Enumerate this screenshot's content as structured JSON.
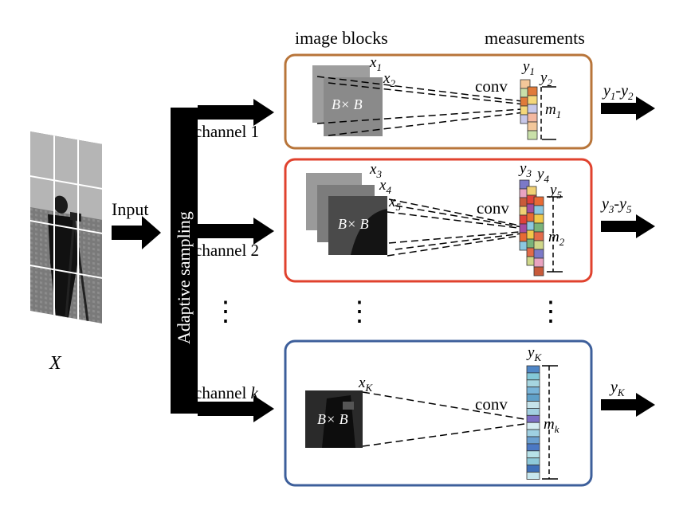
{
  "headers": {
    "image_blocks": "image blocks",
    "measurements": "measurements"
  },
  "input": {
    "label": "Input",
    "image_symbol": "X",
    "sampling_label": "Adaptive sampling"
  },
  "channels": [
    {
      "label": "channel 1",
      "x_labels": [
        "x",
        "x"
      ],
      "x_subs": [
        "1",
        "2"
      ],
      "block_label": "B× B",
      "conv": "conv",
      "y_labels": [
        "y",
        "y"
      ],
      "y_subs": [
        "1",
        "2"
      ],
      "m": "m",
      "m_sub": "1",
      "output": {
        "a": "y",
        "a_sub": "1",
        "dash": "-",
        "b": "y",
        "b_sub": "2"
      },
      "border": "#b8753a"
    },
    {
      "label": "channel 2",
      "x_labels": [
        "x",
        "x",
        "x"
      ],
      "x_subs": [
        "3",
        "4",
        "5"
      ],
      "block_label": "B× B",
      "conv": "conv",
      "y_labels": [
        "y",
        "y",
        "y"
      ],
      "y_subs": [
        "3",
        "4",
        "5"
      ],
      "m": "m",
      "m_sub": "2",
      "output": {
        "a": "y",
        "a_sub": "3",
        "dash": "-",
        "b": "y",
        "b_sub": "5"
      },
      "border": "#e0422e"
    },
    {
      "label": "channel ",
      "label_k": "k",
      "x_labels": [
        "x"
      ],
      "x_subs": [
        "K"
      ],
      "block_label": "B× B",
      "conv": "conv",
      "y_labels": [
        "y"
      ],
      "y_subs": [
        "K"
      ],
      "m": "m",
      "m_sub": "k",
      "output": {
        "a": "y",
        "a_sub": "K"
      },
      "border": "#3d5f9b"
    }
  ],
  "ellipsis": "⋮",
  "palette": {
    "ch1": [
      "#f3c79a",
      "#c9e0a9",
      "#e07a3a",
      "#f5d77a",
      "#c7c7e8",
      "#f4b8a0"
    ],
    "ch2": [
      "#7b79c7",
      "#e9a3c0",
      "#c85a3a",
      "#f0d074",
      "#e0423a",
      "#a44da0",
      "#e86a34",
      "#8cc8e0",
      "#f1c84a",
      "#7ab37a",
      "#e36b4a",
      "#cfd78a"
    ],
    "chk": [
      "#4f86c6",
      "#84c8d8",
      "#a6d6e0",
      "#78b4d8",
      "#5fa0c8",
      "#c5e3ea",
      "#a2cfe0",
      "#7b6ec4",
      "#d5ecf2",
      "#9fd0e2",
      "#6a9fd0",
      "#4b78c4",
      "#b7e2e8",
      "#8ec9d9",
      "#3e6fb8",
      "#c8e7ee"
    ]
  }
}
